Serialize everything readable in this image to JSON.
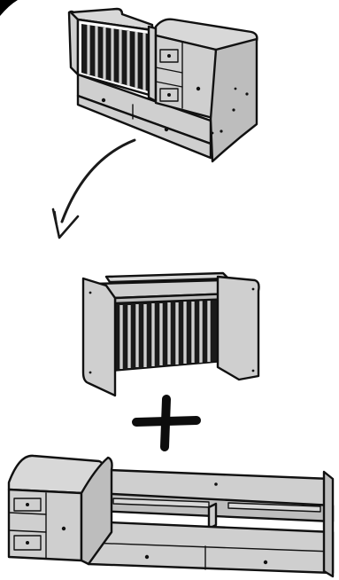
{
  "figure": {
    "kind": "furniture-conversion-instruction",
    "steps": [
      {
        "id": "cot-bed-combo",
        "icon": "cot-bed-combo-icon"
      },
      {
        "id": "transform-arrow",
        "icon": "curved-arrow-down-icon"
      },
      {
        "id": "desk-with-bars",
        "icon": "desk-with-bars-icon"
      },
      {
        "id": "plus",
        "icon": "plus-icon"
      },
      {
        "id": "bed-with-chest",
        "icon": "bed-with-chest-icon"
      }
    ],
    "colors": {
      "fill": "#cfcfcf",
      "fill_dark": "#a8a8a8",
      "outline": "#111111",
      "background": "#ffffff",
      "corner_mark": "#000000"
    }
  }
}
